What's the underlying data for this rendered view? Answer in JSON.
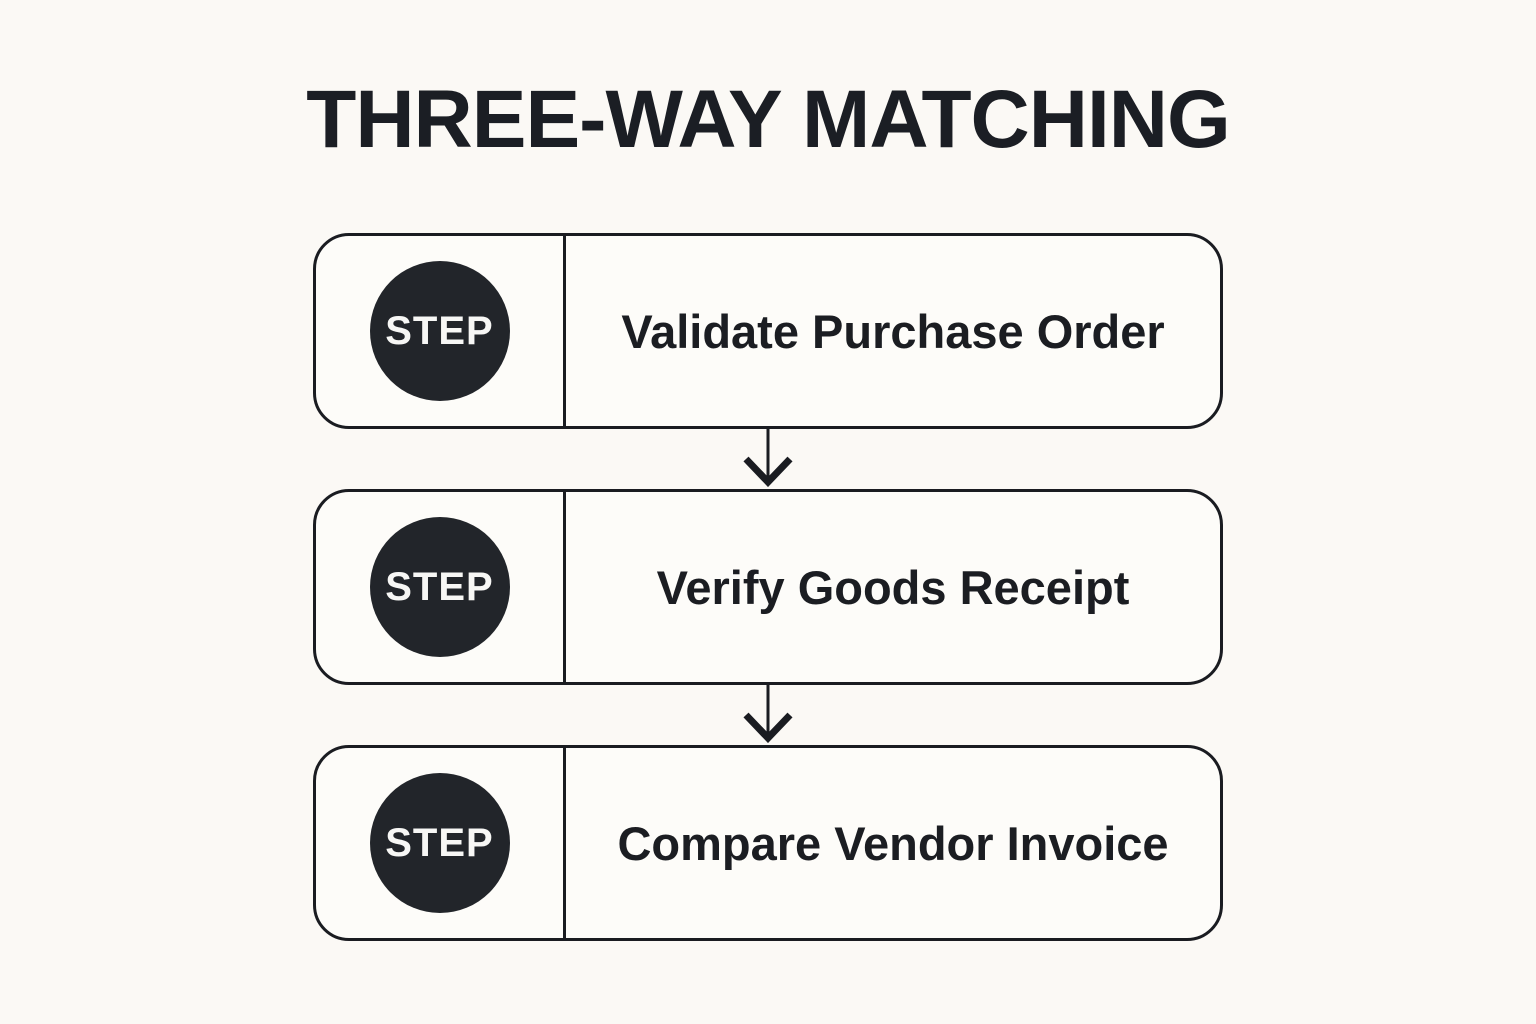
{
  "page": {
    "title": "THREE-WAY MATCHING"
  },
  "flow": {
    "steps": [
      {
        "badge": "STEP",
        "label": "Validate Purchase Order"
      },
      {
        "badge": "STEP",
        "label": "Verify Goods Receipt"
      },
      {
        "badge": "STEP",
        "label": "Compare Vendor Invoice"
      }
    ]
  },
  "icons": {
    "connector": "arrow-down-icon"
  },
  "colors": {
    "page_background": "#fbf9f5",
    "box_fill": "#fdfcf9",
    "ink": "#1a1c21",
    "badge_fill": "#22252a",
    "badge_text": "#f7f7f5"
  }
}
